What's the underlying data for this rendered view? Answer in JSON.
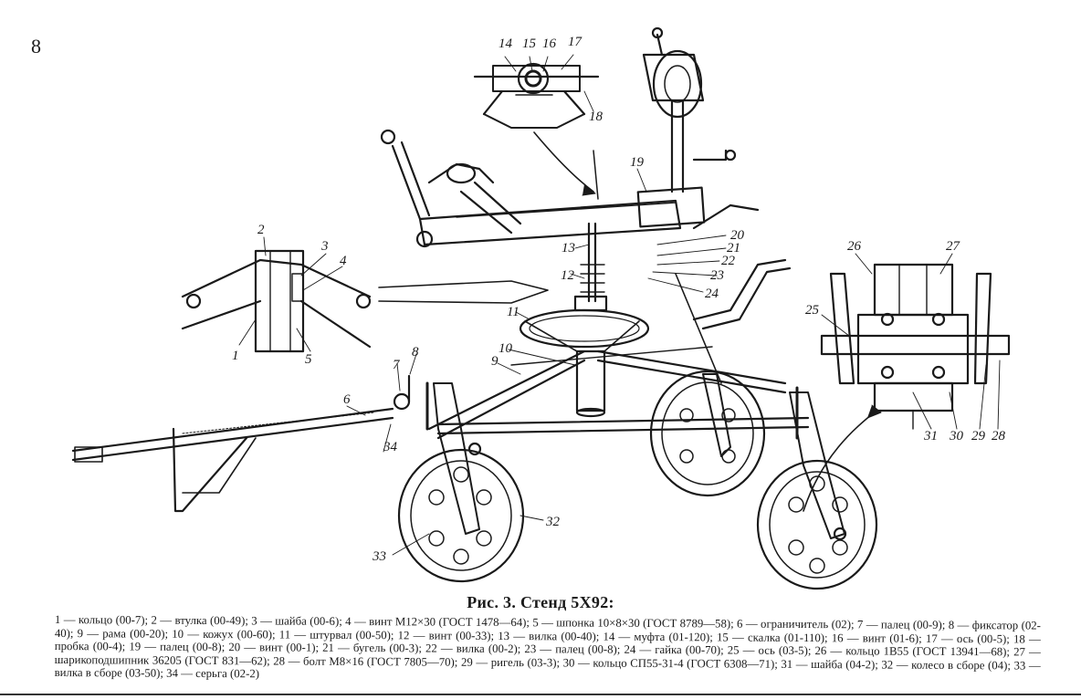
{
  "page": {
    "number": "8"
  },
  "figure": {
    "title": "Рис. 3. Стенд 5Х92:",
    "callouts": [
      "1",
      "2",
      "3",
      "4",
      "5",
      "6",
      "7",
      "8",
      "9",
      "10",
      "11",
      "12",
      "13",
      "14",
      "15",
      "16",
      "17",
      "18",
      "19",
      "20",
      "21",
      "22",
      "23",
      "24",
      "25",
      "26",
      "27",
      "28",
      "29",
      "30",
      "31",
      "32",
      "33",
      "34"
    ],
    "legend": [
      "1 — кольцо (00-7);",
      "2 — втулка (00-49);",
      "3 — шайба (00-6);",
      "4 — винт М12×30 (ГОСТ 1478—64);",
      "5 — шпонка 10×8×30 (ГОСТ 8789—58);",
      "6 — ограничитель (02);",
      "7 — палец (00-9);",
      "8 — фиксатор (02-40);",
      "9 — рама (00-20);",
      "10 — кожух (00-60);",
      "11 — штурвал (00-50);",
      "12 — винт (00-33);",
      "13 — вилка (00-40);",
      "14 — муфта (01-120);",
      "15 — скалка (01-110);",
      "16 — винт (01-6);",
      "17 — ось (00-5);",
      "18 — пробка (00-4);",
      "19 — палец (00-8);",
      "20 — винт (00-1);",
      "21 — бугель (00-3);",
      "22 — вилка (00-2);",
      "23 — палец (00-8);",
      "24 — гайка (00-70);",
      "25 — ось (03-5);",
      "26 — кольцо 1В55 (ГОСТ 13941—68);",
      "27 — шарикоподшипник 36205 (ГОСТ 831—62);",
      "28 — болт М8×16 (ГОСТ 7805—70);",
      "29 — ригель (03-3);",
      "30 — кольцо СП55-31-4 (ГОСТ 6308—71);",
      "31 — шайба (04-2);",
      "32 — колесо в сборе (04);",
      "33 — вилка в сборе (03-50);",
      "34 — серьга (02-2)"
    ]
  }
}
